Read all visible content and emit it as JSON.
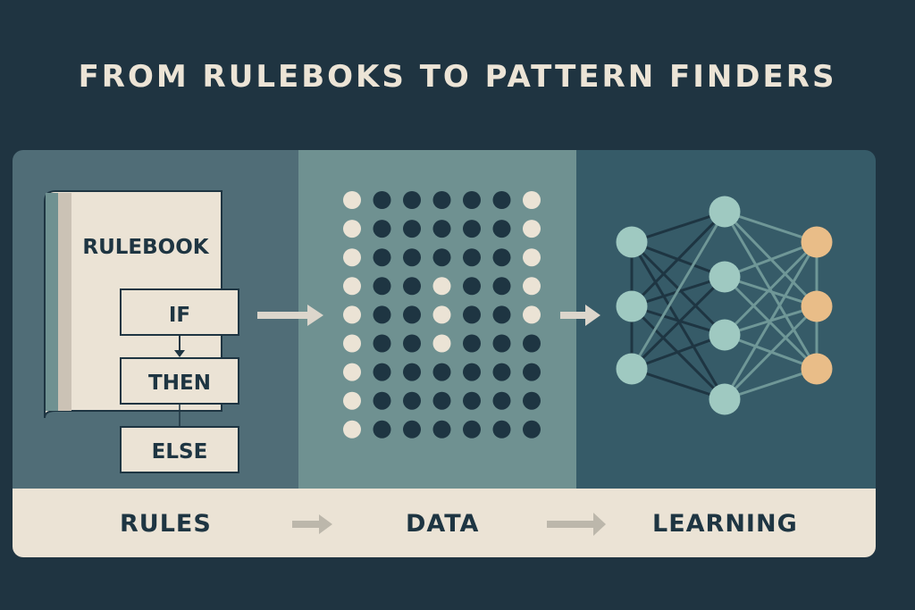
{
  "title": "FROM RULEBOKS TO PATTERN FINDERS",
  "rulebook": {
    "title": "RULEBOOK",
    "steps": [
      "IF",
      "THEN",
      "ELSE"
    ]
  },
  "bottom_bar": {
    "labels": [
      "RULES",
      "DATA",
      "LEARNING"
    ]
  },
  "dot_grid": {
    "columns": 7,
    "rows": 9,
    "light_cells": [
      [
        0,
        0
      ],
      [
        0,
        1
      ],
      [
        0,
        2
      ],
      [
        0,
        3
      ],
      [
        0,
        4
      ],
      [
        0,
        5
      ],
      [
        0,
        6
      ],
      [
        0,
        7
      ],
      [
        0,
        8
      ],
      [
        6,
        0
      ],
      [
        6,
        1
      ],
      [
        6,
        2
      ],
      [
        6,
        3
      ],
      [
        6,
        4
      ],
      [
        3,
        3
      ],
      [
        3,
        4
      ],
      [
        3,
        5
      ]
    ]
  },
  "network": {
    "layers": [
      3,
      4,
      3
    ]
  },
  "colors": {
    "background": "#1f3441",
    "cream": "#ebe3d5",
    "dark": "#1e3542",
    "node": "#9fc9c1",
    "output_node": "#e9bd88"
  }
}
